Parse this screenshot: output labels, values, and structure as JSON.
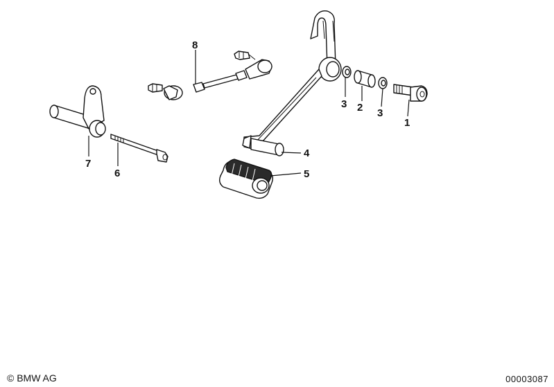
{
  "callouts": {
    "p1": "1",
    "p2": "2",
    "p3a": "3",
    "p3b": "3",
    "p4": "4",
    "p5": "5",
    "p6": "6",
    "p7": "7",
    "p8": "8"
  },
  "footer": {
    "copyright": "© BMW AG",
    "drawing_number": "00003087"
  }
}
